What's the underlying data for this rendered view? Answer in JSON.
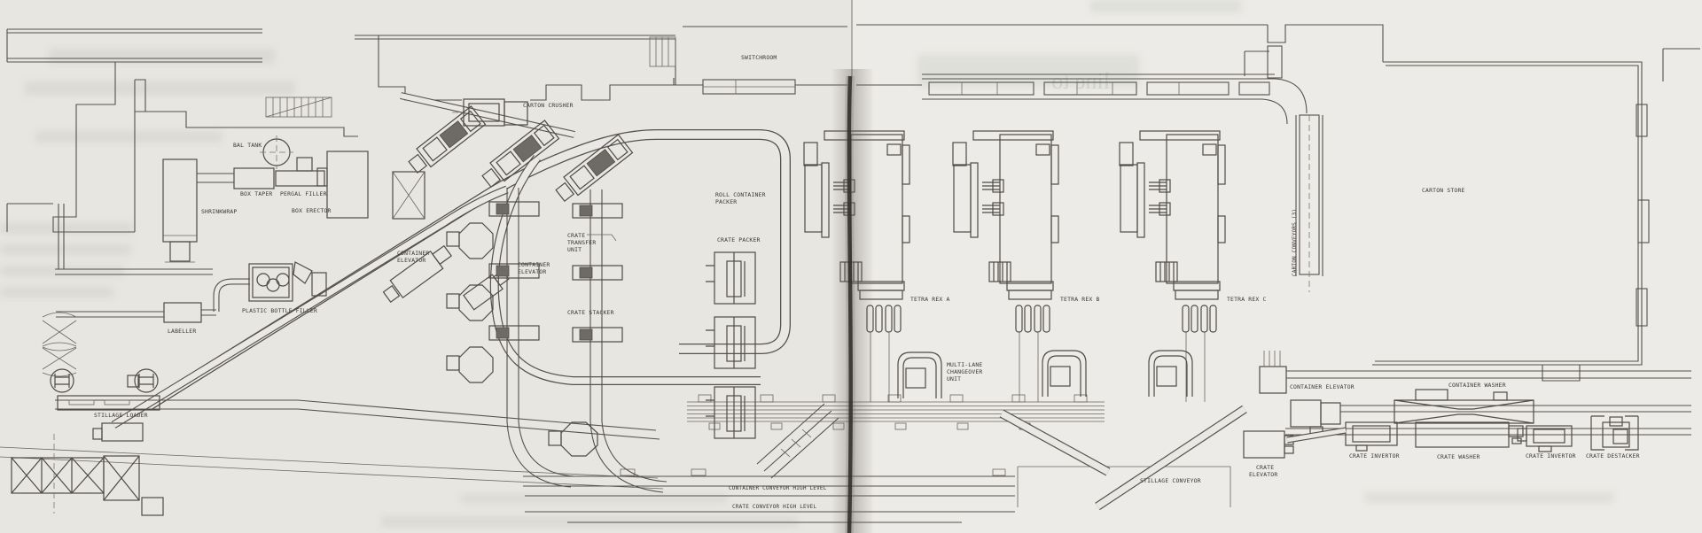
{
  "page": {
    "left_bg": "#e8e6e1",
    "right_bg": "#edebe7",
    "line_color": "#55514c",
    "label_color": "#3a3733",
    "fold_color": "#332f2b",
    "bleed_fragment": "line to"
  },
  "labels": {
    "bal_tank": "BAL TANK",
    "box_taper": "BOX TAPER",
    "pergal_filler": "PERGAL FILLER",
    "shrinkwrap": "SHRINKWRAP",
    "box_erector": "BOX ERECTOR",
    "container_elevator_a": [
      "CONTAINER",
      "ELEVATOR"
    ],
    "container_elevator_b": [
      "CONTAINER",
      "ELEVATOR"
    ],
    "carton_crusher": "CARTON CRUSHER",
    "switchroom": "SWITCHROOM",
    "roll_container_packer": [
      "ROLL CONTAINER",
      "PACKER"
    ],
    "crate_transfer_unit": [
      "CRATE",
      "TRANSFER",
      "UNIT"
    ],
    "crate_stacker": "CRATE STACKER",
    "crate_packer": "CRATE PACKER",
    "plastic_bottle_filler": "PLASTIC BOTTLE FILLER",
    "labeller": "LABELLER",
    "stillage_loader": "STILLAGE LOADER",
    "tetra_rex_a": "TETRA REX A",
    "tetra_rex_b": "TETRA REX B",
    "tetra_rex_c": "TETRA REX C",
    "multi_lane_changeover_unit": [
      "MULTI-LANE",
      "CHANGEOVER",
      "UNIT"
    ],
    "carton_conveyors": "CARTON CONVEYORS (3)",
    "carton_store": "CARTON STORE",
    "container_elevator_c": "CONTAINER ELEVATOR",
    "container_washer": "CONTAINER WASHER",
    "crate_elevator": [
      "CRATE",
      "ELEVATOR"
    ],
    "stillage_conveyor": "STILLAGE CONVEYOR",
    "crate_invertor_left": "CRATE INVERTOR",
    "crate_washer": "CRATE WASHER",
    "crate_invertor_right": "CRATE INVERTOR",
    "crate_destacker": "CRATE DESTACKER",
    "container_conveyor_high_level": "CONTAINER CONVEYOR HIGH LEVEL",
    "crate_conveyor_high_level": "CRATE CONVEYOR HIGH LEVEL"
  }
}
